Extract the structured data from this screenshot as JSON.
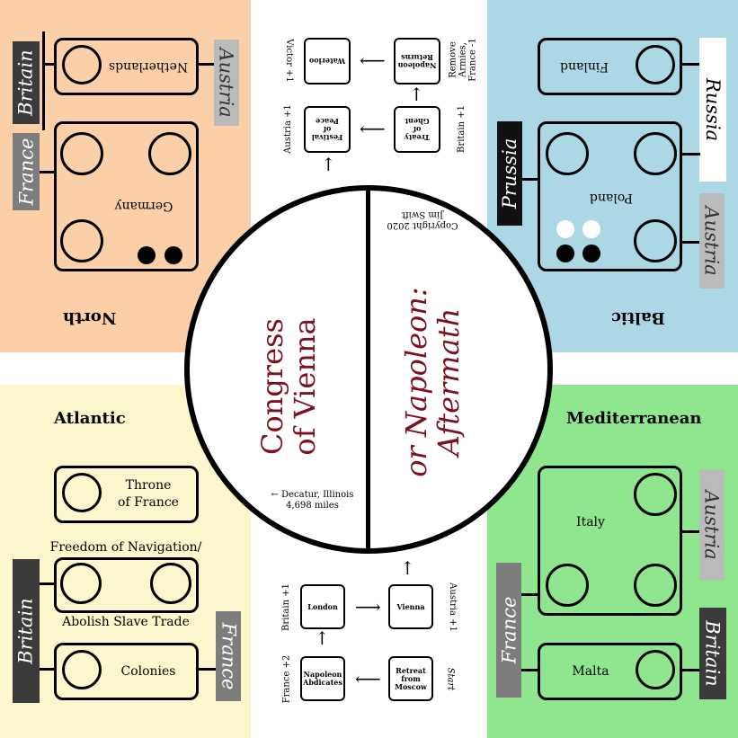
{
  "title": {
    "line1": "Congress",
    "line2": "of Vienna",
    "line3": "or Napoleon:",
    "line4": "Aftermath"
  },
  "copyright": {
    "line1": "Copyright 2020",
    "line2": "Jim Swift"
  },
  "distance": {
    "line1": "← Decatur, Illinois",
    "line2": "4,698 miles"
  },
  "colors": {
    "north_bg": "#fbd0a8",
    "baltic_bg": "#acd8e6",
    "atlantic_bg": "#fbf6cc",
    "med_bg": "#8fe68f",
    "britain": "#3b3b3b",
    "france": "#7d7d7d",
    "austria": "#bbbbbb",
    "prussia": "#111111",
    "russia": "#ffffff",
    "title": "#7b1020"
  },
  "regions": {
    "north": "North",
    "baltic": "Baltic",
    "atlantic": "Atlantic",
    "mediterranean": "Mediterranean"
  },
  "north": {
    "netherlands": "Netherlands",
    "germany": "Germany",
    "britain": "Britain",
    "france": "France",
    "austria": "Austria"
  },
  "baltic": {
    "finland": "Finland",
    "poland": "Poland",
    "russia": "Russia",
    "prussia": "Prussia",
    "austria": "Austria"
  },
  "atlantic": {
    "throne_line1": "Throne",
    "throne_line2": "of France",
    "freedom": "Freedom of Navigation/",
    "slave": "Abolish Slave Trade",
    "colonies": "Colonies",
    "britain": "Britain",
    "france": "France"
  },
  "mediterranean": {
    "italy": "Italy",
    "malta": "Malta",
    "austria": "Austria",
    "france": "France",
    "britain": "Britain"
  },
  "track_top": {
    "waterloo": "Waterloo",
    "napoleon_returns_line1": "Napoleon",
    "napoleon_returns_line2": "Returns",
    "festival_line1": "Festival",
    "festival_line2": "of",
    "festival_line3": "Peace",
    "ghent_line1": "Treaty",
    "ghent_line2": "of",
    "ghent_line3": "Ghent",
    "victor": "Victor +1",
    "remove_line1": "Remove",
    "remove_line2": "Armies,",
    "remove_line3": "France -1",
    "austria_plus": "Austria +1",
    "britain_plus": "Britain +1"
  },
  "track_bottom": {
    "london": "London",
    "vienna": "Vienna",
    "abdicates_line1": "Napoleon",
    "abdicates_line2": "Abdicates",
    "retreat_line1": "Retreat",
    "retreat_line2": "from",
    "retreat_line3": "Moscow",
    "britain_plus": "Britain +1",
    "austria_plus": "Austria +1",
    "france_plus": "France +2",
    "start": "Start"
  },
  "tokens": {
    "black": "#000000",
    "white": "#ffffff"
  }
}
